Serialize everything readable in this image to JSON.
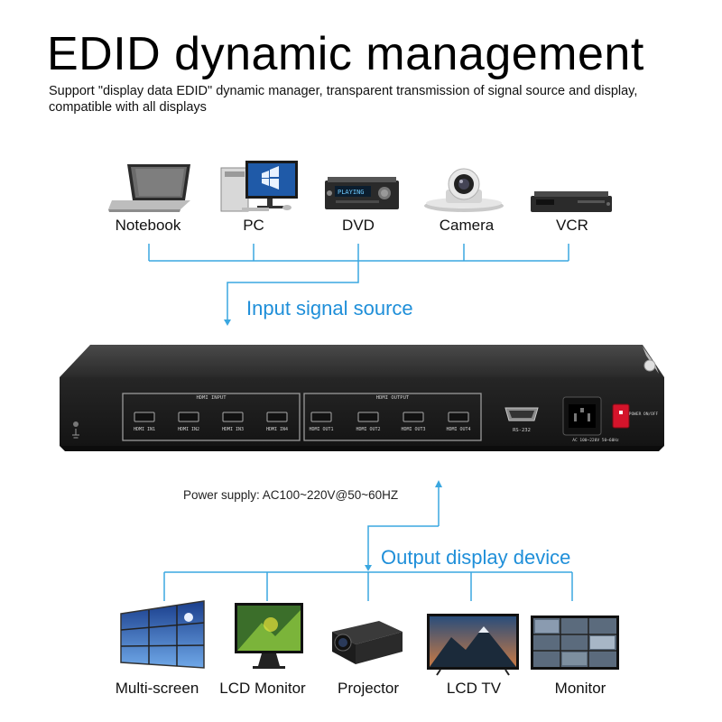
{
  "title": "EDID dynamic management",
  "subtitle": "Support \"display data EDID\" dynamic manager, transparent transmission of signal source and display, compatible with all displays",
  "inputs": {
    "devices": [
      {
        "label": "Notebook",
        "icon": "laptop-icon"
      },
      {
        "label": "PC",
        "icon": "desktop-pc-icon"
      },
      {
        "label": "DVD",
        "icon": "dvd-player-icon"
      },
      {
        "label": "Camera",
        "icon": "conference-camera-icon"
      },
      {
        "label": "VCR",
        "icon": "vcr-icon"
      }
    ],
    "caption": "Input signal source"
  },
  "hardware": {
    "input_group_label": "HDMI INPUT",
    "output_group_label": "HDMI OUTPUT",
    "input_ports": [
      "HDMI IN1",
      "HDMI IN2",
      "HDMI IN3",
      "HDMI IN4"
    ],
    "output_ports": [
      "HDMI OUT1",
      "HDMI OUT2",
      "HDMI OUT3",
      "HDMI OUT4"
    ],
    "serial_label": "RS-232",
    "power_switch_label": "POWER ON/OFF",
    "power_rating_label": "AC 100~220V 50~60Hz"
  },
  "power_supply": "Power supply: AC100~220V@50~60HZ",
  "outputs": {
    "caption": "Output display device",
    "devices": [
      {
        "label": "Multi-screen",
        "icon": "video-wall-icon"
      },
      {
        "label": "LCD Monitor",
        "icon": "lcd-monitor-icon"
      },
      {
        "label": "Projector",
        "icon": "projector-icon"
      },
      {
        "label": "LCD TV",
        "icon": "lcd-tv-icon"
      },
      {
        "label": "Monitor",
        "icon": "security-monitor-icon"
      }
    ]
  },
  "colors": {
    "accent": "#1f8fd9",
    "connector_line": "#3aa7e0",
    "chassis": "#1e1e1e",
    "power_switch": "#d4142b"
  }
}
